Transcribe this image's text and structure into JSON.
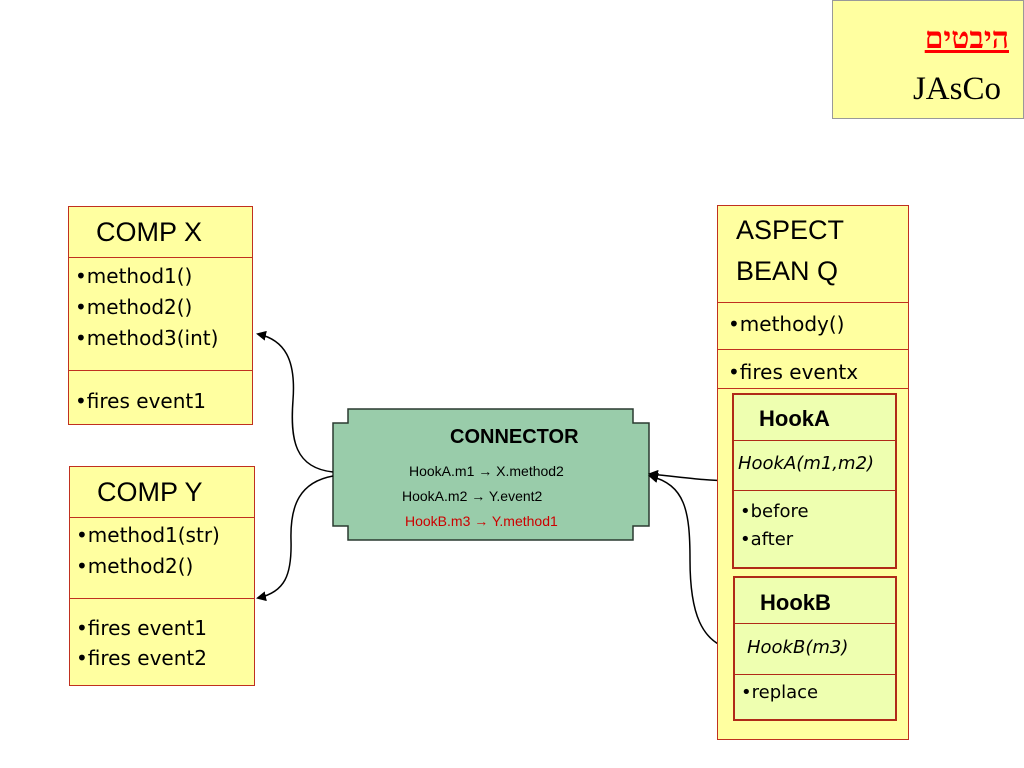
{
  "header": {
    "hebrew_title": "היבטים",
    "subtitle": "JAsCo"
  },
  "comp_x": {
    "title": "COMP X",
    "methods": [
      "•method1()",
      "•method2()",
      "•method3(int)"
    ],
    "events": [
      "•fires event1"
    ]
  },
  "comp_y": {
    "title": "COMP Y",
    "methods": [
      "•method1(str)",
      "•method2()"
    ],
    "events": [
      "•fires event1",
      "•fires event2"
    ]
  },
  "connector": {
    "title": "CONNECTOR",
    "lines": [
      "HookA.m1 → X.method2",
      "HookA.m2 → Y.event2",
      "HookB.m3 → Y.method1"
    ]
  },
  "aspect": {
    "title_line1": "ASPECT",
    "title_line2": "BEAN Q",
    "method": "•methody()",
    "event": "•fires eventx",
    "hook_a": {
      "title": "HookA",
      "signature": "HookA(m1,m2)",
      "items": [
        "•before",
        "•after"
      ]
    },
    "hook_b": {
      "title": "HookB",
      "signature": "HookB(m3)",
      "items": [
        "•replace"
      ]
    }
  },
  "colors": {
    "box_fill": "#ffffa0",
    "box_border": "#c0301f",
    "hook_fill": "#eeffb0",
    "connector_fill": "#99ccaa",
    "title_red": "#ff0000",
    "highlight_red": "#cc0000"
  }
}
